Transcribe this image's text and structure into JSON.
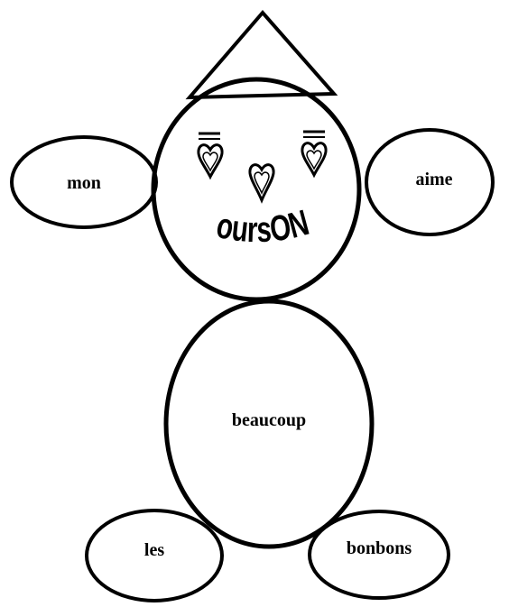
{
  "figure": {
    "hat_icon": "triangle-hat-icon",
    "heart_icon": "heart-icon",
    "colors": {
      "ink": "#000000",
      "paper": "#ffffff"
    }
  },
  "head": {
    "word": "oursON"
  },
  "arms": {
    "left": "mon",
    "right": "aime"
  },
  "body": {
    "word": "beaucoup"
  },
  "feet": {
    "left": "les",
    "right": "bonbons"
  }
}
